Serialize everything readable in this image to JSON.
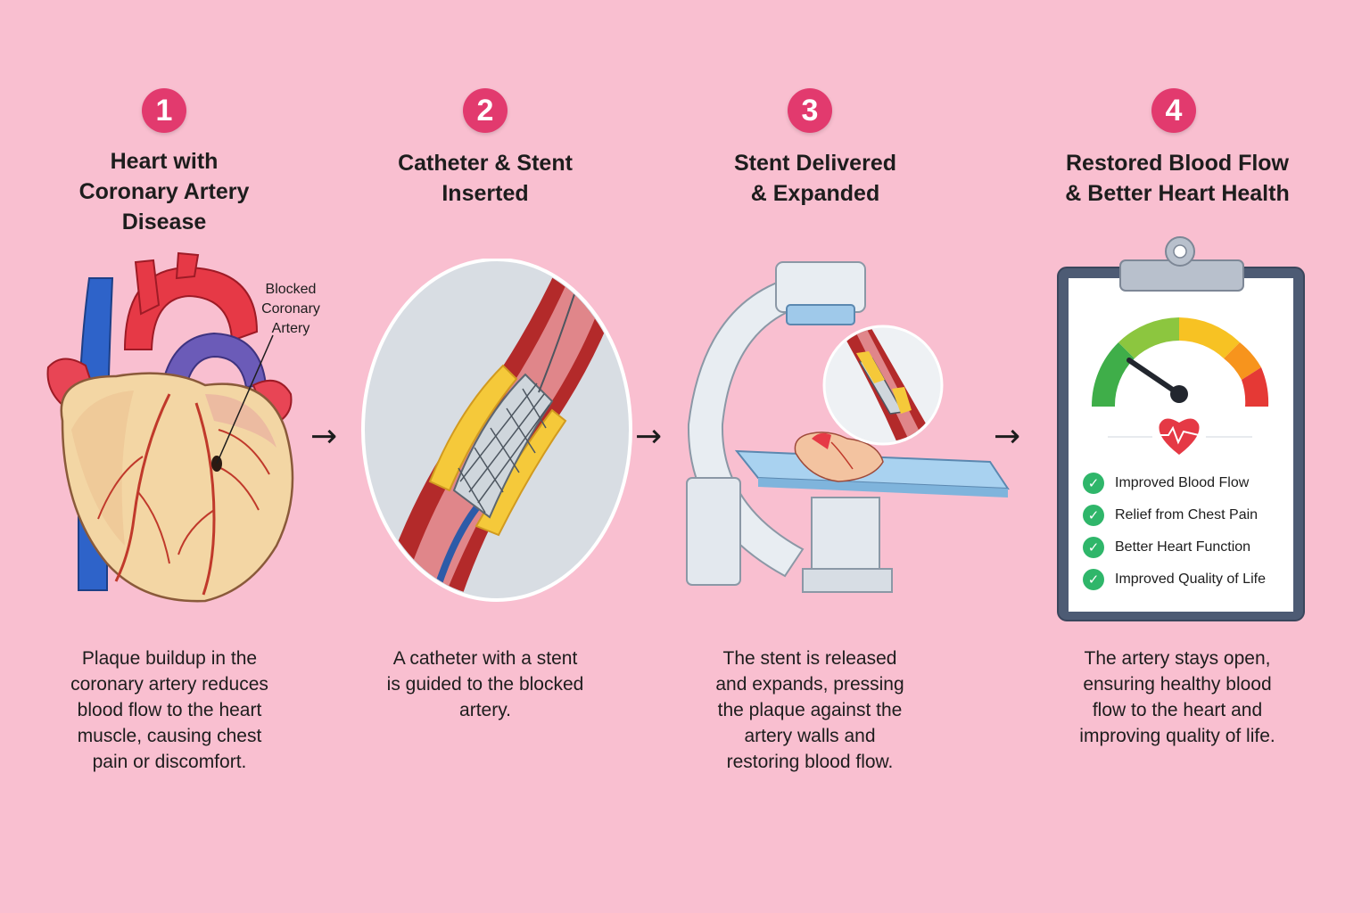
{
  "steps": [
    {
      "number": "1",
      "title": "Heart with\nCoronary Artery\nDisease",
      "description": "Plaque buildup in the\ncoronary artery reduces\nblood flow to the heart\nmuscle, causing chest\npain or discomfort.",
      "callout": "Blocked\nCoronary\nArtery"
    },
    {
      "number": "2",
      "title": "Catheter & Stent\nInserted",
      "description": "A catheter with a stent\nis guided to the blocked\nartery."
    },
    {
      "number": "3",
      "title": "Stent Delivered\n& Expanded",
      "description": "The stent is released\nand expands, pressing\nthe plaque against the\nartery walls and\nrestoring blood flow."
    },
    {
      "number": "4",
      "title": "Restored Blood Flow\n& Better Heart Health",
      "description": "The artery stays open,\nensuring healthy blood\nflow to the heart and\nimproving quality of life.",
      "benefits": [
        "Improved Blood Flow",
        "Relief from Chest Pain",
        "Better Heart Function",
        "Improved Quality of Life"
      ]
    }
  ],
  "arrow_glyph": "→",
  "check_glyph": "✓",
  "colors": {
    "background": "#f9bfd0",
    "badge": "#e23a6e",
    "check": "#2fb66a"
  }
}
